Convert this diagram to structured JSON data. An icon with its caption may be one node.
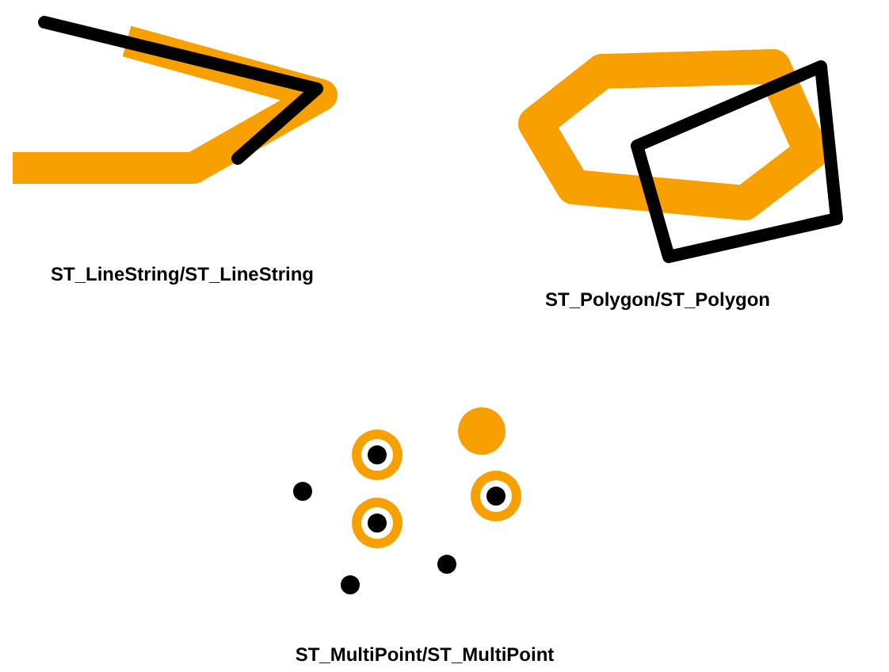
{
  "diagram": {
    "labels": [
      "ST_LineString/ST_LineString",
      "ST_Polygon/ST_Polygon",
      "ST_MultiPoint/ST_MultiPoint"
    ]
  }
}
